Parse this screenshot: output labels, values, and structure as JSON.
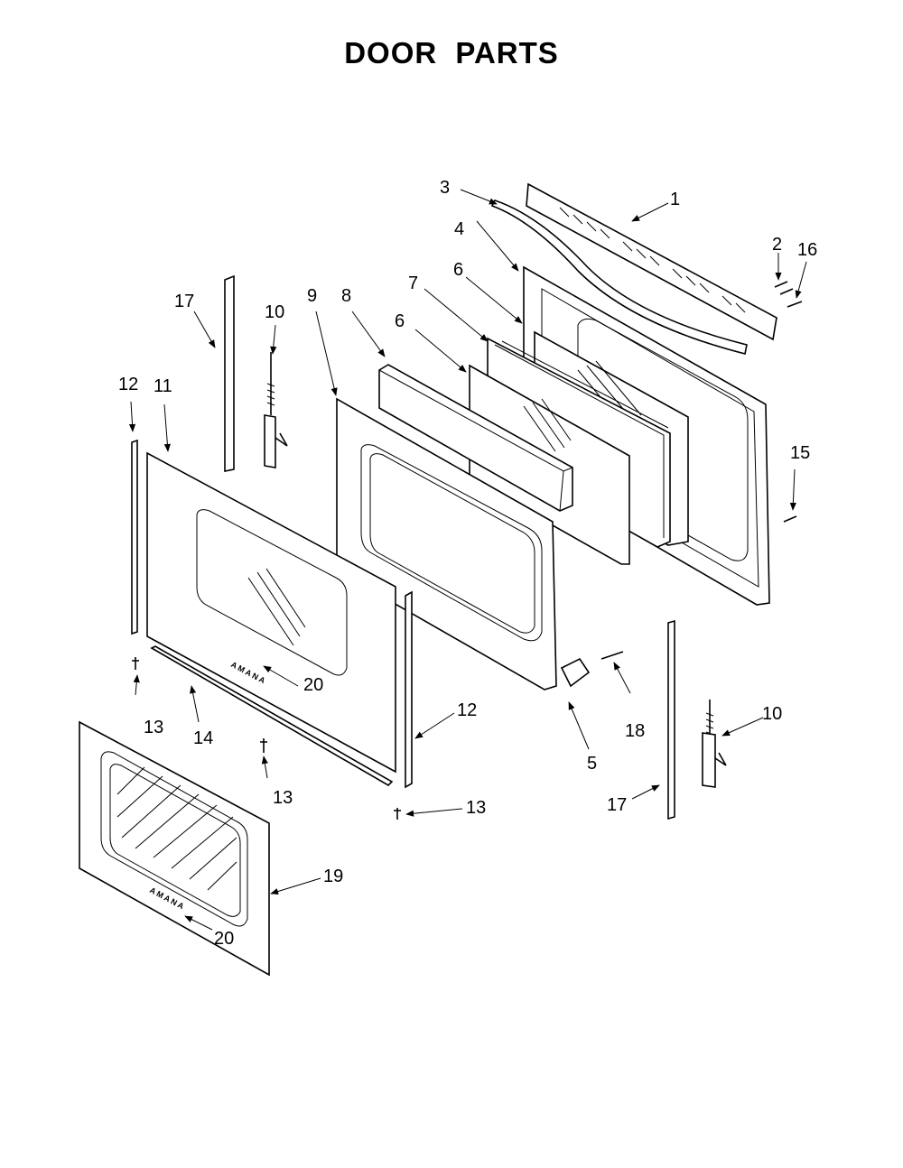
{
  "title": "DOOR PARTS",
  "brand_mark": "AMANA",
  "callouts": [
    "1",
    "2",
    "3",
    "4",
    "5",
    "6",
    "6",
    "7",
    "8",
    "9",
    "10",
    "10",
    "11",
    "12",
    "12",
    "13",
    "13",
    "13",
    "14",
    "15",
    "16",
    "17",
    "17",
    "18",
    "19",
    "20",
    "20"
  ]
}
